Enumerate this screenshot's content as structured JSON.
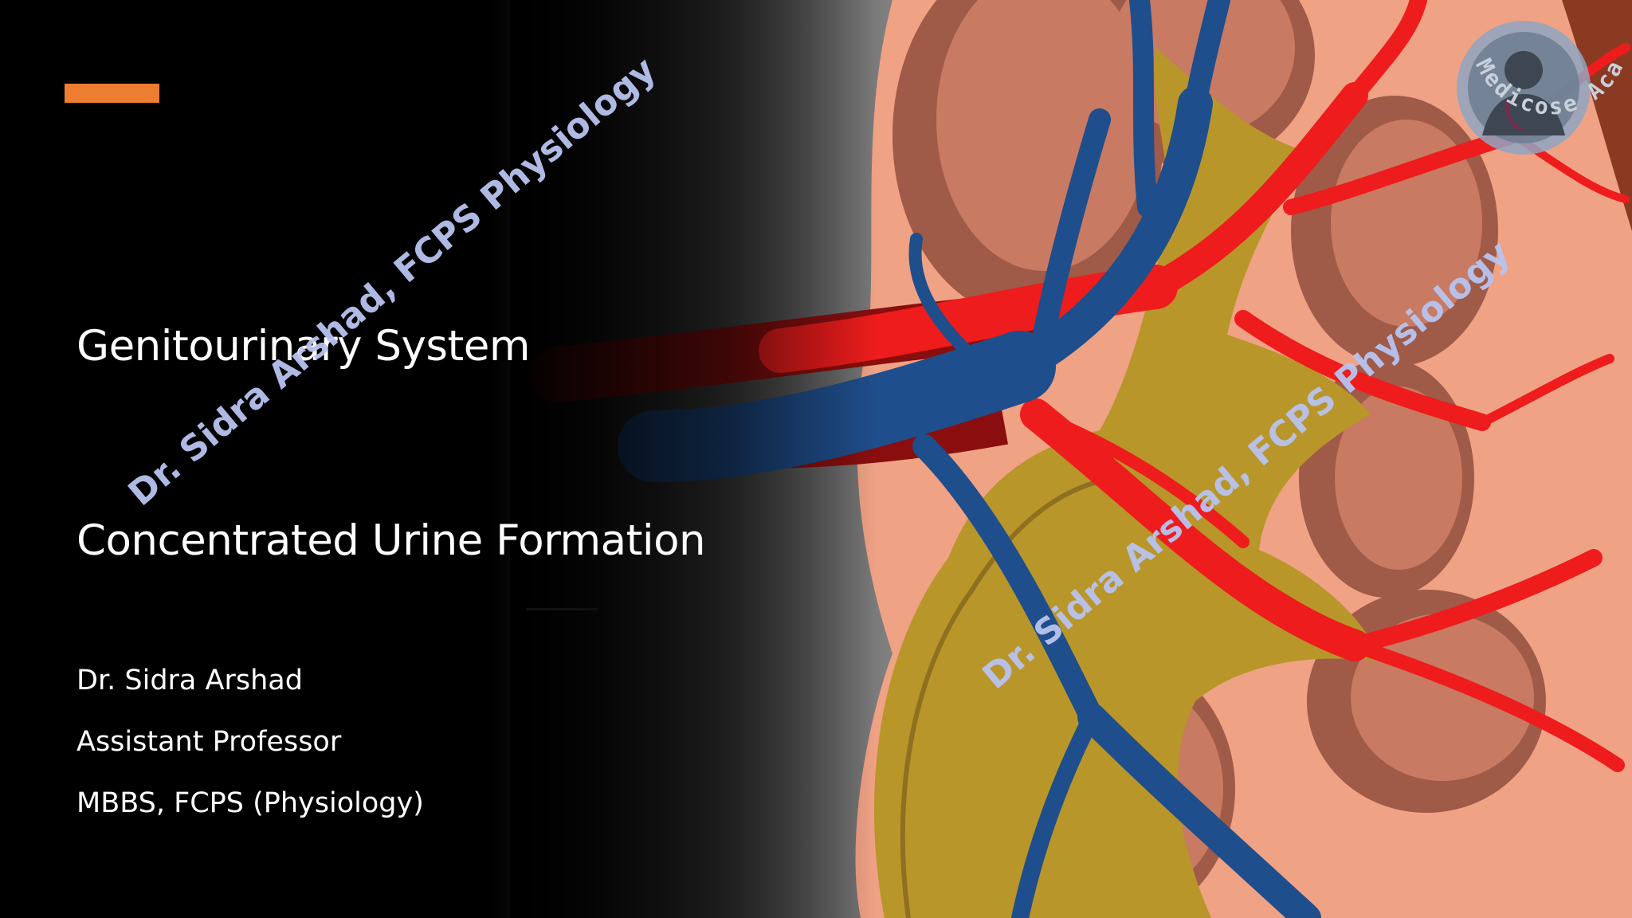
{
  "slide": {
    "title_line1": "Genitourinary System",
    "title_line2": "Concentrated Urine Formation",
    "presenter": {
      "name": "Dr. Sidra Arshad",
      "role": "Assistant Professor",
      "qualifications": "MBBS, FCPS (Physiology)"
    },
    "watermark": "Dr. Sidra Arshad, FCPS Physiology",
    "logo_text": "Medicose Academics"
  },
  "colors": {
    "accent": "#ED7D31",
    "artery": "#EE1C1C",
    "vein": "#1F4E8C",
    "pelvis": "#B8962A",
    "kidney_tissue": "#F0A285",
    "watermark": "#B8C4F0"
  },
  "icons": {
    "illustration": "kidney-illustration",
    "logo": "doctor-avatar-icon"
  }
}
